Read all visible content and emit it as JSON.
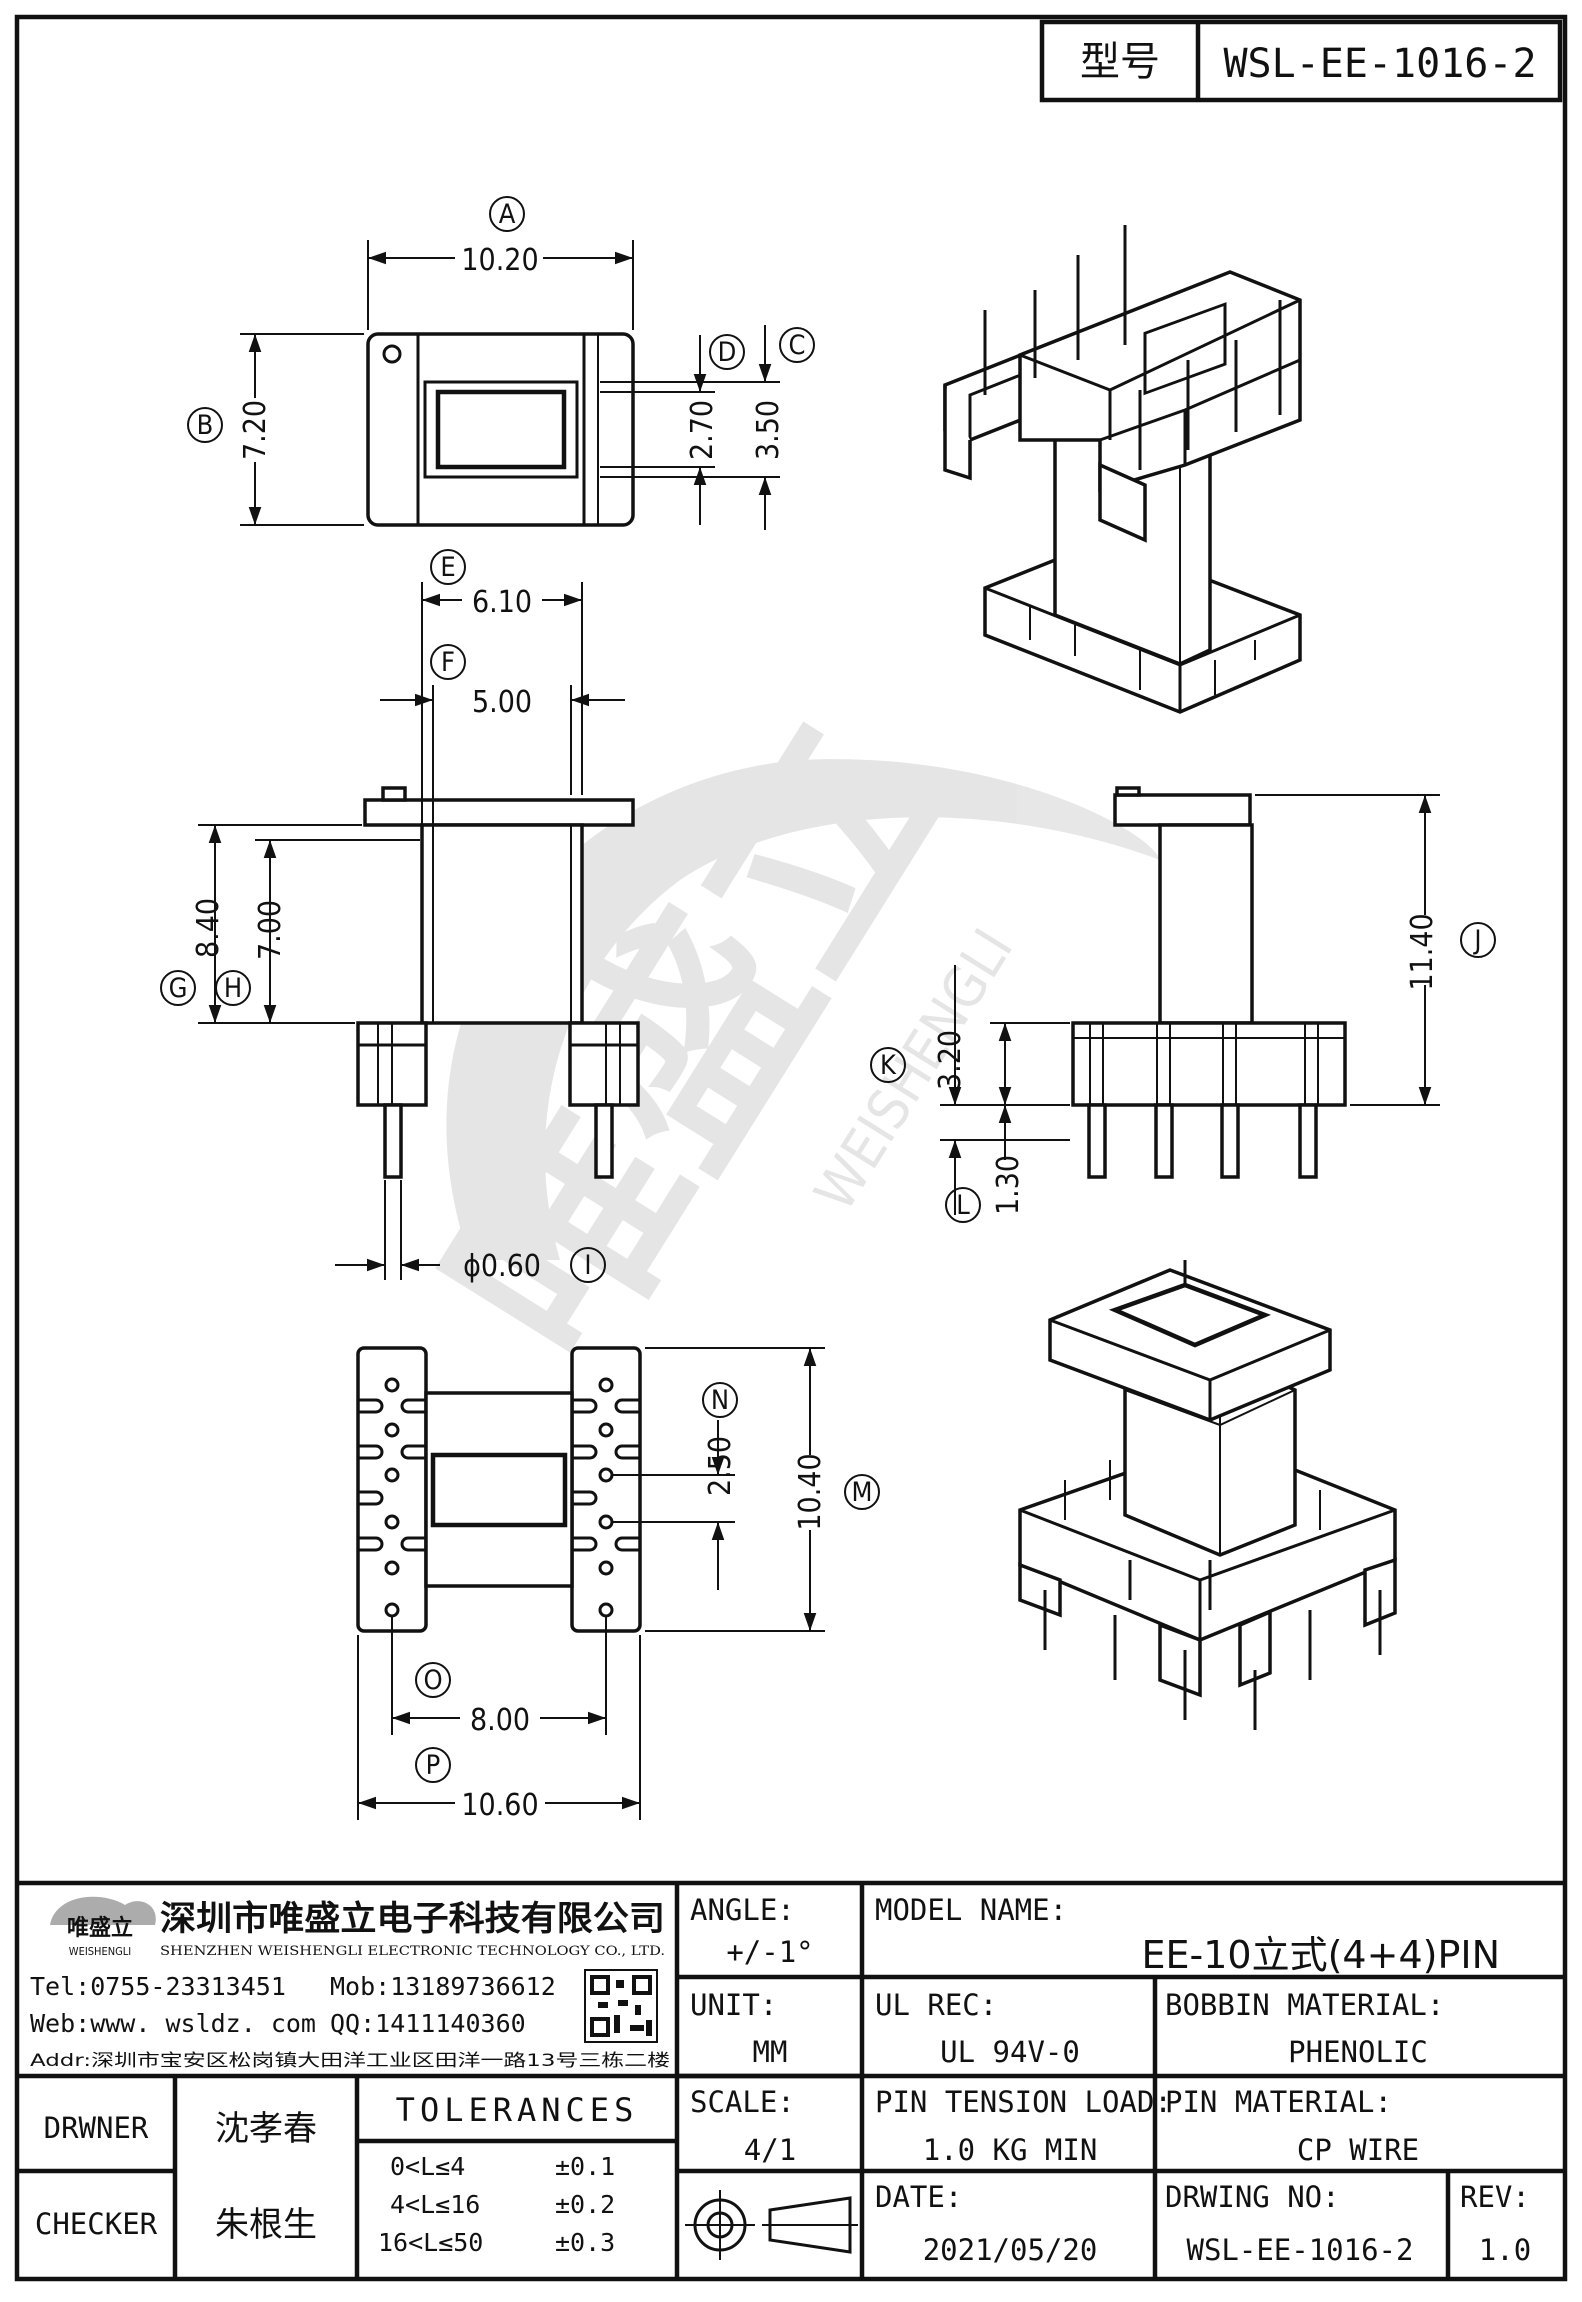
{
  "header": {
    "model_label": "型号",
    "model_value": "WSL-EE-1016-2"
  },
  "dims": {
    "A": "10.20",
    "B": "7.20",
    "D": "2.70",
    "C": "3.50",
    "E": "6.10",
    "F": "5.00",
    "G": "8.40",
    "H": "7.00",
    "I": "ϕ0.60",
    "J": "11.40",
    "K": "3.20",
    "L": "1.30",
    "N": "2.50",
    "M": "10.40",
    "O": "8.00",
    "P": "10.60"
  },
  "callouts": {
    "A": "A",
    "B": "B",
    "C": "C",
    "D": "D",
    "E": "E",
    "F": "F",
    "G": "G",
    "H": "H",
    "I": "I",
    "J": "J",
    "K": "K",
    "L": "L",
    "M": "M",
    "N": "N",
    "O": "O",
    "P": "P"
  },
  "watermark": {
    "brand": "唯盛立",
    "pinyin": "WEISHENGLI"
  },
  "company": {
    "name_cn": "深圳市唯盛立电子科技有限公司",
    "name_en": "SHENZHEN WEISHENGLI ELECTRONIC TECHNOLOGY CO., LTD.",
    "logo_text": "唯盛立",
    "logo_sub": "WEISHENGLI",
    "tel": "Tel:0755-23313451",
    "mob": "Mob:13189736612",
    "web": "Web:www. wsldz. com",
    "qq": "QQ:1411140360",
    "addr": "Addr:深圳市宝安区松岗镇大田洋工业区田洋一路13号三栋二楼"
  },
  "people": {
    "drawer_label": "DRWNER",
    "drawer_name": "沈孝春",
    "checker_label": "CHECKER",
    "checker_name": "朱根生"
  },
  "tolerances": {
    "title": "TOLERANCES",
    "rows": [
      {
        "range": "0<L≤4",
        "value": "±0.1"
      },
      {
        "range": "4<L≤16",
        "value": "±0.2"
      },
      {
        "range": "16<L≤50",
        "value": "±0.3"
      }
    ]
  },
  "fields": {
    "angle_label": "ANGLE:",
    "angle_value": "+/-1°",
    "unit_label": "UNIT:",
    "unit_value": "MM",
    "scale_label": "SCALE:",
    "scale_value": "4/1",
    "model_name_label": "MODEL NAME:",
    "model_name_value": "EE-10立式(4+4)PIN",
    "ul_label": "UL REC:",
    "ul_value": "UL 94V-0",
    "bobbin_label": "BOBBIN MATERIAL:",
    "bobbin_value": "PHENOLIC",
    "tension_label": "PIN TENSION LOAD:",
    "tension_value": "1.0 KG MIN",
    "pin_material_label": "PIN MATERIAL:",
    "pin_material_value": "CP WIRE",
    "date_label": "DATE:",
    "date_value": "2021/05/20",
    "drawing_no_label": "DRWING NO:",
    "drawing_no_value": "WSL-EE-1016-2",
    "rev_label": "REV:",
    "rev_value": "1.0"
  }
}
